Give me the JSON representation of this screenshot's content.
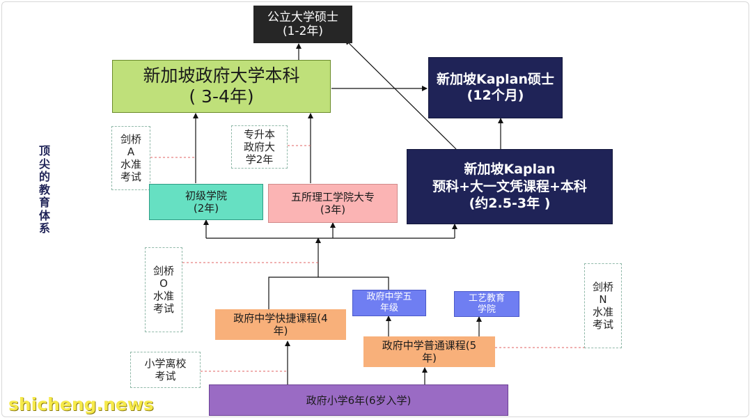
{
  "side_title": [
    "顶",
    "尖",
    "的",
    "教",
    "育",
    "体",
    "系"
  ],
  "nodes": {
    "masters_public": [
      "公立大学硕士",
      "(1-2年)"
    ],
    "gov_undergrad": [
      "新加坡政府大学本科",
      "( 3-4年)"
    ],
    "kaplan_masters": [
      "新加坡Kaplan硕士",
      "(12个月)"
    ],
    "kaplan_pathway": [
      "新加坡Kaplan",
      "预科+大一文凭课程+本科",
      "(约2.5-3年 )"
    ],
    "junior_college": [
      "初级学院",
      "(2年)"
    ],
    "polytechnic": [
      "五所理工学院大专",
      "(3年)"
    ],
    "secondary_five": [
      "政府中学五",
      "年级"
    ],
    "ite": [
      "工艺教育",
      "学院"
    ],
    "secondary_express": [
      "政府中学快捷课程(4",
      "年)"
    ],
    "secondary_normal": [
      "政府中学普通课程(5",
      "年)"
    ],
    "primary": [
      "政府小学6年(6岁入学)"
    ]
  },
  "notes": {
    "a_level": [
      "剑桥",
      "A",
      "水准",
      "考试"
    ],
    "diploma_upgrade": [
      "专升本",
      "政府大",
      "学2年"
    ],
    "o_level": [
      "剑桥",
      "O",
      "水准",
      "考试"
    ],
    "n_level": [
      "剑桥",
      "N",
      "水准",
      "考试"
    ],
    "psle": [
      "小学离校",
      "考试"
    ]
  },
  "colors": {
    "dark": "#262626",
    "lime": "#bfe07a",
    "navy": "#1f2357",
    "teal": "#66e0c2",
    "pink": "#fbb4b4",
    "blue": "#6f7ef2",
    "orange": "#f8b07a",
    "purple": "#9a6bc4",
    "watermark": "#f6ea4a"
  },
  "watermark": "shicheng.news"
}
